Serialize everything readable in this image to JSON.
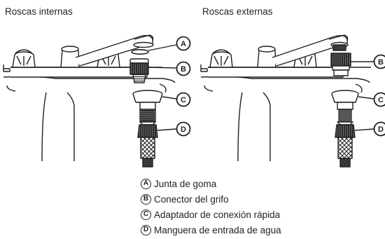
{
  "panels": {
    "left_title": "Roscas internas",
    "right_title": "Roscas externas"
  },
  "callouts": {
    "a": "A",
    "b": "B",
    "c": "C",
    "d": "D"
  },
  "legend": [
    {
      "key": "A",
      "label": "Junta de goma"
    },
    {
      "key": "B",
      "label": "Conector del grifo"
    },
    {
      "key": "C",
      "label": "Adaptador de conexión rápida"
    },
    {
      "key": "D",
      "label": "Manguera de entrada de agua"
    }
  ],
  "colors": {
    "line": "#231f20",
    "fill_dark": "#3a3a3a",
    "fill_light": "#ffffff"
  }
}
